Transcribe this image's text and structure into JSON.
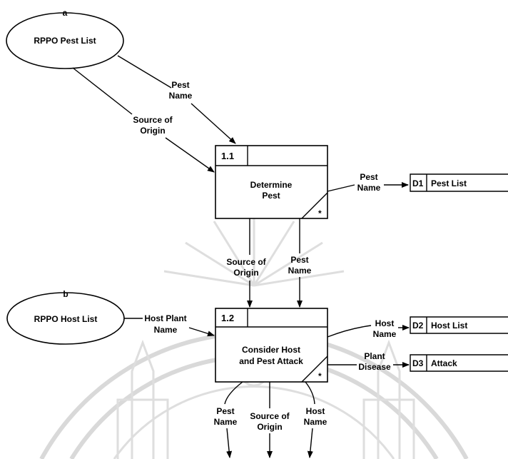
{
  "entities": {
    "a": {
      "letter": "a",
      "name": "RPPO Pest List"
    },
    "b": {
      "letter": "b",
      "name": "RPPO Host List"
    }
  },
  "processes": {
    "p1": {
      "id": "1.1",
      "line1": "Determine",
      "line2": "Pest",
      "marker": "*"
    },
    "p2": {
      "id": "1.2",
      "line1": "Consider Host",
      "line2": "and Pest Attack",
      "marker": "*"
    }
  },
  "stores": {
    "d1": {
      "id": "D1",
      "name": "Pest List"
    },
    "d2": {
      "id": "D2",
      "name": "Host List"
    },
    "d3": {
      "id": "D3",
      "name": "Attack"
    }
  },
  "flows": {
    "pest_name_a": {
      "l1": "Pest",
      "l2": "Name"
    },
    "source_origin_a": {
      "l1": "Source of",
      "l2": "Origin"
    },
    "pest_name_d1": {
      "l1": "Pest",
      "l2": "Name"
    },
    "source_origin_mid": {
      "l1": "Source of",
      "l2": "Origin"
    },
    "pest_name_mid": {
      "l1": "Pest",
      "l2": "Name"
    },
    "host_plant_name": {
      "l1": "Host Plant",
      "l2": "Name"
    },
    "host_name_d2": {
      "l1": "Host",
      "l2": "Name"
    },
    "plant_disease_d3": {
      "l1": "Plant",
      "l2": "Disease"
    },
    "pest_name_out": {
      "l1": "Pest",
      "l2": "Name"
    },
    "source_origin_out": {
      "l1": "Source of",
      "l2": "Origin"
    },
    "host_name_out": {
      "l1": "Host",
      "l2": "Name"
    }
  }
}
